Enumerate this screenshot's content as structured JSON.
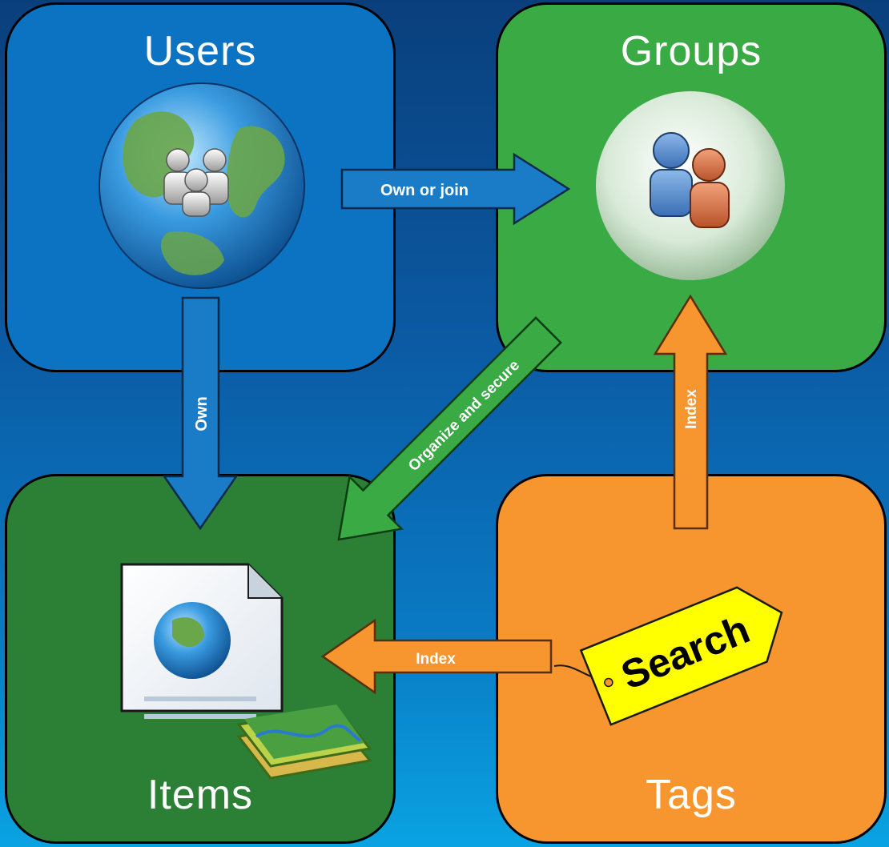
{
  "nodes": {
    "users": {
      "label": "Users",
      "color": "#0b73c2"
    },
    "groups": {
      "label": "Groups",
      "color": "#3aaa45"
    },
    "items": {
      "label": "Items",
      "color": "#2b8035"
    },
    "tags": {
      "label": "Tags",
      "color": "#f7952e"
    }
  },
  "edges": {
    "users_groups": {
      "label": "Own or join"
    },
    "users_items": {
      "label": "Own"
    },
    "groups_items": {
      "label": "Organize and secure"
    },
    "tags_groups": {
      "label": "Index"
    },
    "tags_items": {
      "label": "Index"
    }
  },
  "tag_badge": {
    "label": "Search"
  },
  "icons": {
    "users": "globe-with-people-icon",
    "groups": "people-group-icon",
    "items": "document-map-icon",
    "tags": "search-tag-icon"
  },
  "arrow_colors": {
    "blue": "#1a7cc7",
    "green": "#3aaa45",
    "orange": "#f7952e"
  }
}
